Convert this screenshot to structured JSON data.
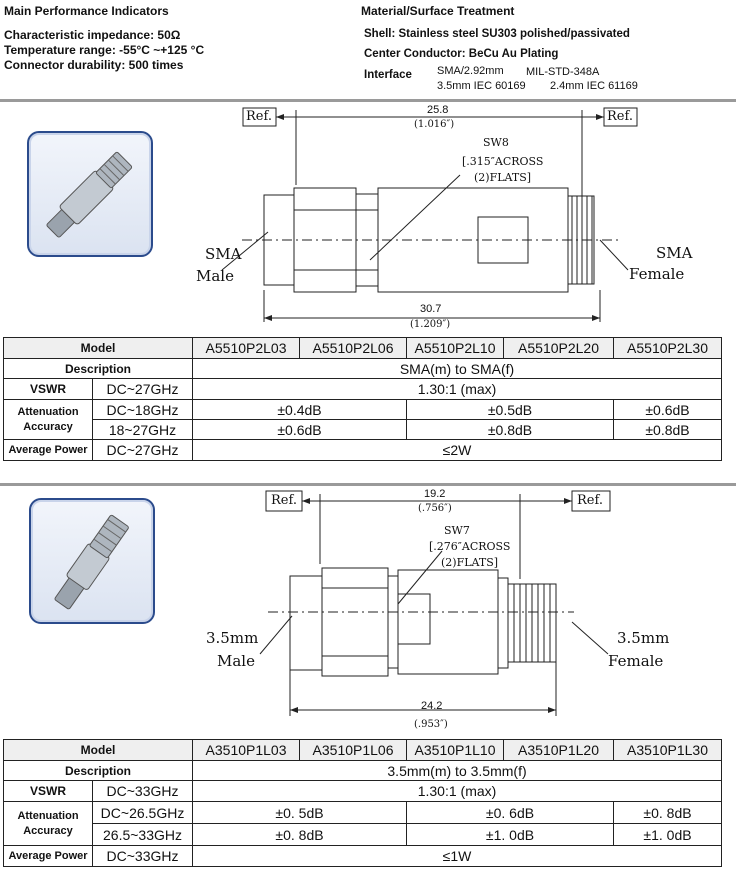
{
  "header": {
    "perf_title": "Main Performance Indicators",
    "perf_lines": [
      "Characteristic impedance: 50Ω",
      "Temperature range: -55°C ~+125 °C",
      "Connector durability: 500 times"
    ],
    "mat_title": "Material/Surface Treatment",
    "shell": "Shell: Stainless steel SU303 polished/passivated",
    "center": "Center Conductor: BeCu  Au Plating",
    "interface_label": "Interface",
    "interface_items": [
      "SMA/2.92mm",
      "MIL-STD-348A",
      "3.5mm   IEC 60169",
      "2.4mm   IEC 61169"
    ]
  },
  "section1": {
    "drawing": {
      "ref": "Ref.",
      "dim_top": "25.8",
      "dim_top_in": "(1.016″)",
      "sw_label": "SW8",
      "sw_desc_1": "[.315″ACROSS",
      "sw_desc_2": "(2)FLATS]",
      "left_1": "SMA",
      "left_2": "Male",
      "right_1": "SMA",
      "right_2": "Female",
      "dim_bottom": "30.7",
      "dim_bottom_in": "(1.209″)"
    },
    "table": {
      "model_label": "Model",
      "models": [
        "A5510P2L03",
        "A5510P2L06",
        "A5510P2L10",
        "A5510P2L20",
        "A5510P2L30"
      ],
      "desc_label": "Description",
      "desc_value": "SMA(m)  to SMA(f)",
      "vswr_label": "VSWR",
      "vswr_range": "DC~27GHz",
      "vswr_value": "1.30:1  (max)",
      "att_label_1": "Attenuation",
      "att_label_2": "Accuracy",
      "att_rows": [
        {
          "range": "DC~18GHz",
          "v1": "±0.4dB",
          "v2": "±0.5dB",
          "v3": "±0.6dB"
        },
        {
          "range": "18~27GHz",
          "v1": "±0.6dB",
          "v2": "±0.8dB",
          "v3": "±0.8dB"
        }
      ],
      "power_label": "Average Power",
      "power_range": "DC~27GHz",
      "power_value": "≤2W"
    }
  },
  "section2": {
    "drawing": {
      "ref": "Ref.",
      "dim_top": "19.2",
      "dim_top_in": "(.756″)",
      "sw_label": "SW7",
      "sw_desc_1": "[.276″ACROSS",
      "sw_desc_2": "(2)FLATS]",
      "left_1": "3.5mm",
      "left_2": "Male",
      "right_1": "3.5mm",
      "right_2": "Female",
      "dim_bottom": "24.2",
      "dim_bottom_in": "(.953″)"
    },
    "table": {
      "model_label": "Model",
      "models": [
        "A3510P1L03",
        "A3510P1L06",
        "A3510P1L10",
        "A3510P1L20",
        "A3510P1L30"
      ],
      "desc_label": "Description",
      "desc_value": "3.5mm(m)  to 3.5mm(f)",
      "vswr_label": "VSWR",
      "vswr_range": "DC~33GHz",
      "vswr_value": "1.30:1  (max)",
      "att_label_1": "Attenuation",
      "att_label_2": "Accuracy",
      "att_rows": [
        {
          "range": "DC~26.5GHz",
          "v1": "±0. 5dB",
          "v2": "±0. 6dB",
          "v3": "±0. 8dB"
        },
        {
          "range": "26.5~33GHz",
          "v1": "±0. 8dB",
          "v2": "±1. 0dB",
          "v3": "±1. 0dB"
        }
      ],
      "power_label": "Average Power",
      "power_range": "DC~33GHz",
      "power_value": "≤1W"
    }
  }
}
